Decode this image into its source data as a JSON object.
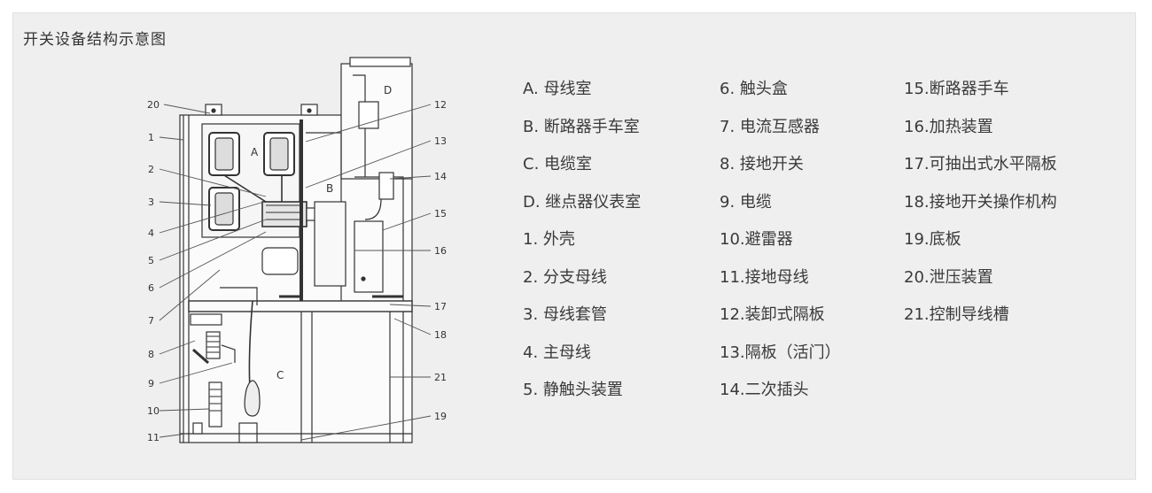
{
  "title": "开关设备结构示意图",
  "legend": {
    "col1": [
      "A. 母线室",
      "B. 断路器手车室",
      "C. 电缆室",
      "D. 继点器仪表室",
      "1. 外壳",
      "2. 分支母线",
      "3. 母线套管",
      "4. 主母线",
      "5. 静触头装置"
    ],
    "col2": [
      "6. 触头盒",
      "7. 电流互感器",
      "8. 接地开关",
      "9. 电缆",
      "10.避雷器",
      "11.接地母线",
      "12.装卸式隔板",
      "13.隔板（活门）",
      "14.二次插头"
    ],
    "col3": [
      "15.断路器手车",
      "16.加热装置",
      "17.可抽出式水平隔板",
      "18.接地开关操作机构",
      "19.底板",
      "20.泄压装置",
      "21.控制导线槽"
    ]
  },
  "diagram": {
    "compartments": [
      "A",
      "B",
      "C",
      "D"
    ],
    "left_numbers": [
      "20",
      "1",
      "2",
      "3",
      "4",
      "5",
      "6",
      "7",
      "8",
      "9",
      "10",
      "11"
    ],
    "right_numbers": [
      "12",
      "13",
      "14",
      "15",
      "16",
      "17",
      "18",
      "21",
      "19"
    ]
  }
}
